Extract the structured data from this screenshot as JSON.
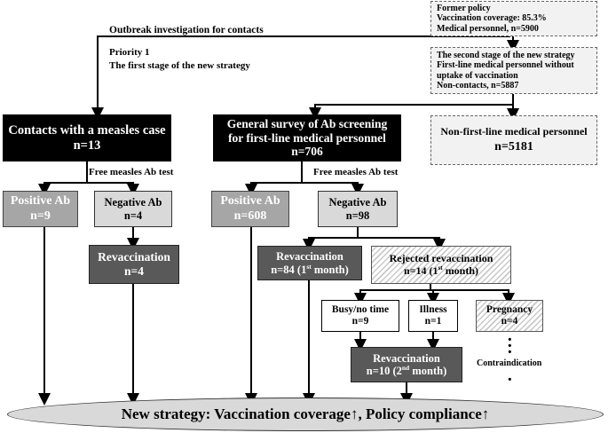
{
  "outbreak_label": "Outbreak investigation for contacts",
  "priority": {
    "line1": "Priority 1",
    "line2": "The first stage of the new strategy"
  },
  "former_policy": {
    "line1": "Former policy",
    "line2": "Vaccination coverage: 85.3%",
    "line3": "Medical personnel, n=5900"
  },
  "second_stage": {
    "line1": "The second stage of the new strategy",
    "line2": "First-line medical personnel without",
    "line3": "uptake of vaccination",
    "line4": "Non-contacts, n=5887"
  },
  "non_first_line": {
    "title": "Non-first-line medical personnel",
    "count": "n=5181"
  },
  "contacts": {
    "title": "Contacts with a measles case",
    "count": "n=13"
  },
  "survey": {
    "title1": "General survey of Ab screening",
    "title2": "for first-line medical personnel",
    "count": "n=706"
  },
  "free_test_label": "Free measles Ab test",
  "left_positive": {
    "title": "Positive Ab",
    "count": "n=9"
  },
  "left_negative": {
    "title": "Negative Ab",
    "count": "n=4"
  },
  "left_revacc": {
    "title": "Revaccination",
    "count": "n=4"
  },
  "right_positive": {
    "title": "Positive Ab",
    "count": "n=608"
  },
  "right_negative": {
    "title": "Negative Ab",
    "count": "n=98"
  },
  "revacc_first": {
    "title": "Revaccination",
    "count_prefix": "n=84 (1",
    "sup": "st",
    "count_suffix": " month)"
  },
  "rejected": {
    "title": "Rejected revaccination",
    "count_prefix": "n=14 (1",
    "sup": "st",
    "count_suffix": " month)"
  },
  "busy": {
    "title": "Busy/no time",
    "count": "n=9"
  },
  "illness": {
    "title": "Illness",
    "count": "n=1"
  },
  "pregnancy": {
    "title": "Pregnancy",
    "count": "n=4"
  },
  "revacc_second": {
    "title": "Revaccination",
    "count_prefix": "n=10 (2",
    "sup": "nd",
    "count_suffix": " month)"
  },
  "contraindication": "Contraindication",
  "conclusion": "New strategy: Vaccination coverage↑, Policy compliance↑"
}
